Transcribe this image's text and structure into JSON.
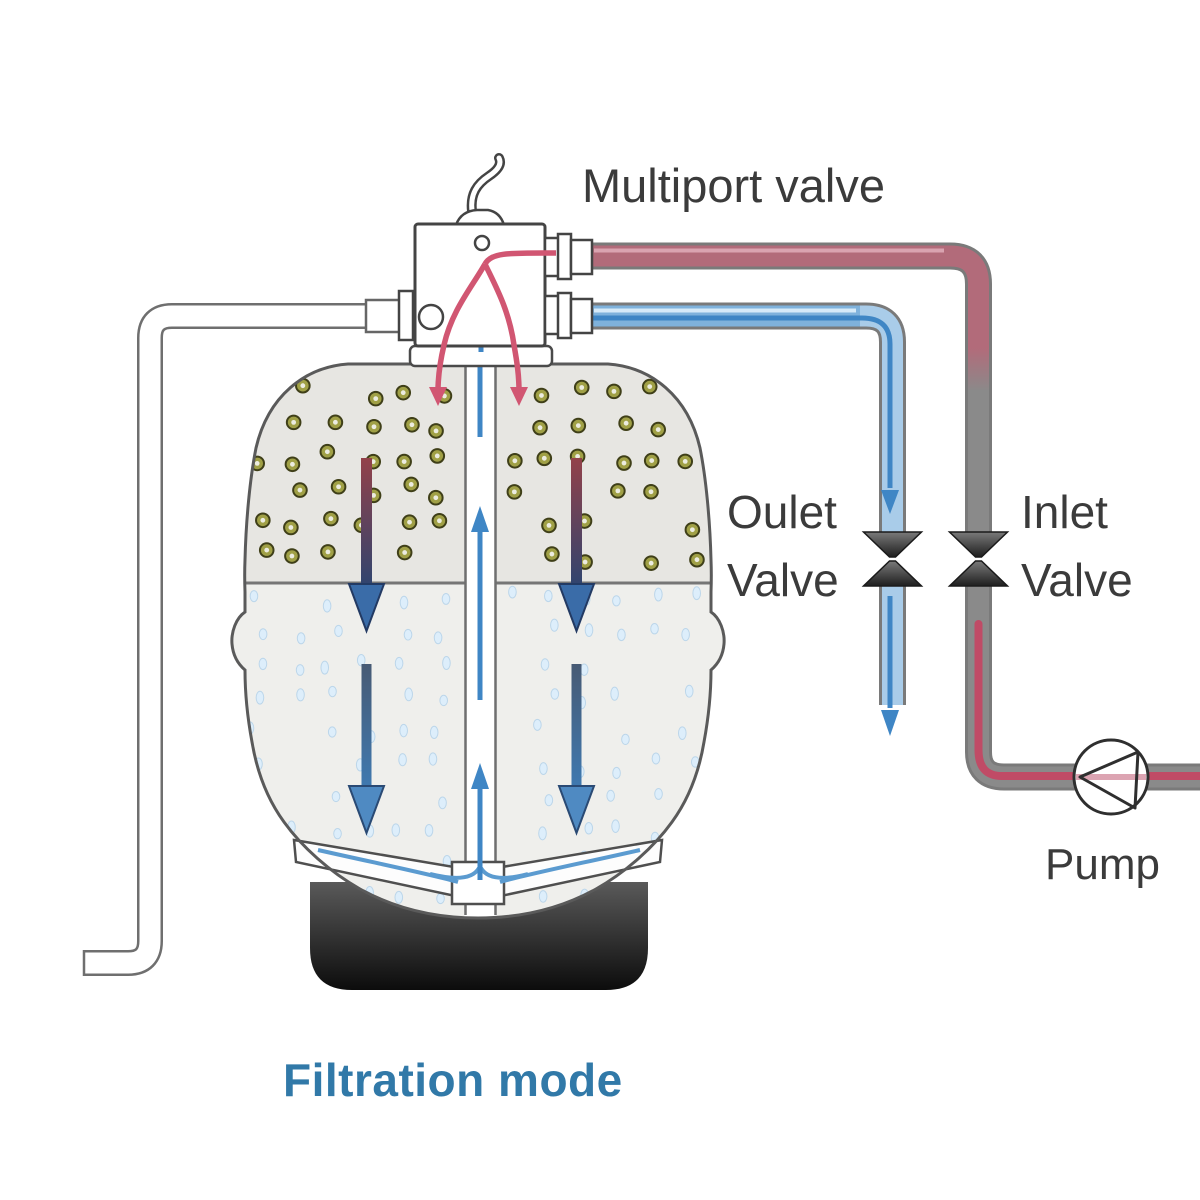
{
  "diagram": {
    "labels": {
      "multiport_valve": "Multiport valve",
      "outlet_valve_line1": "Oulet",
      "outlet_valve_line2": "Valve",
      "inlet_valve_line1": "Inlet",
      "inlet_valve_line2": "Valve",
      "pump": "Pump",
      "mode": "Filtration mode"
    },
    "icons": {
      "pump_symbol": "circle-with-left-pointing-triangle",
      "outlet_valve_symbol": "bowtie-valve",
      "inlet_valve_symbol": "bowtie-valve"
    },
    "colors": {
      "mode_text": "#3179a8",
      "label_text": "#3b3b3b",
      "inlet_flow_red": "#c04b66",
      "inlet_pipe_mauve": "#b26b7a",
      "outlet_flow_blue": "#3f86c5",
      "outlet_pipe_blue": "#9cc4e4",
      "pipe_gray": "#8a8a8a",
      "media_dot_olive": "#a0a046",
      "water_droplet": "#ddeefb",
      "tank_upper_fill": "#e7e6e2",
      "tank_lower_fill": "#efefec"
    }
  }
}
